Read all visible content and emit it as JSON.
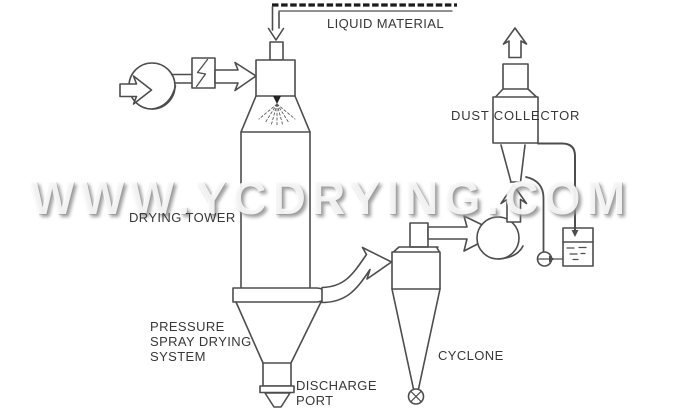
{
  "watermark": {
    "text": "WWW.YCDRYING.COM"
  },
  "labels": {
    "liquid_material": "LIQUID MATERIAL",
    "dust_collector": "DUST COLLECTOR",
    "drying_tower": "DRYING TOWER",
    "system_caption": "PRESSURE\nSPRAY DRYING\nSYSTEM",
    "discharge_port": "DISCHARGE\nPORT",
    "cyclone": "CYCLONE"
  },
  "colors": {
    "line": "#4d4d4d",
    "label_text": "#373737",
    "feed_line_dark": "#1c1c1c",
    "background": "#ffffff",
    "watermark_fill": "#ffffff",
    "watermark_shadow": "#8c8c8c"
  },
  "components": [
    "intake-arrow",
    "supply-fan",
    "heater",
    "hot-air-arrow",
    "liquid-feed-pipe",
    "drying-tower",
    "spray-nozzle",
    "discharge-assembly",
    "tower-to-cyclone-duct",
    "cyclone",
    "rotary-valve",
    "cyclone-to-fan-duct",
    "exhaust-fan",
    "fan-to-collector-arrow",
    "dust-collector",
    "exhaust-air-arrow",
    "collector-drain-pipe",
    "fan-drain-pipe",
    "pump",
    "scrubber-tank"
  ]
}
